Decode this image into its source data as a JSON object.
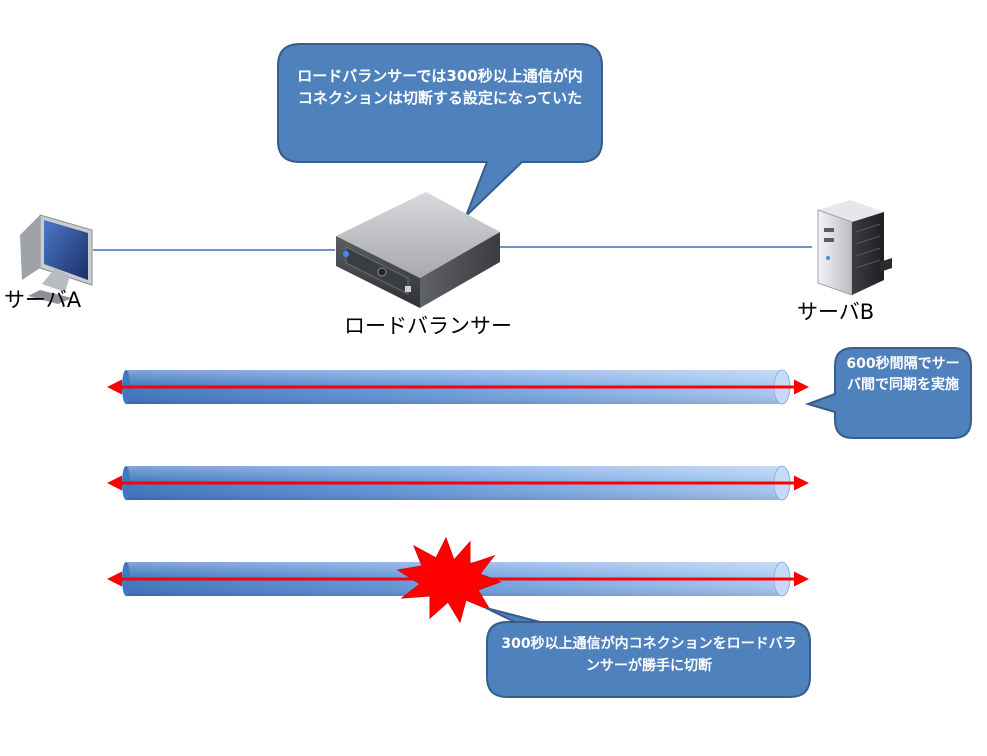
{
  "labels": {
    "server_a": "サーバA",
    "server_b": "サーバB",
    "load_balancer": "ロードバランサー"
  },
  "callouts": {
    "top": "ロードバランサーでは300秒以上通信が内コネクションは切断する設定になっていた",
    "right": "600秒間隔でサーバ間で同期を実施",
    "bottom": "300秒以上通信が内コネクションをロードバランサーが勝手に切断"
  },
  "colors": {
    "callout_fill": "#4f81bd",
    "callout_stroke": "#385d8a",
    "pipe_dark": "#3f77c0",
    "pipe_light": "#a9c9f2",
    "arrow": "#ff0000",
    "link_line": "#6f94c9",
    "burst": "#ff0000"
  },
  "icons": [
    "monitor-icon",
    "load-balancer-icon",
    "tower-server-icon",
    "explosion-icon"
  ]
}
